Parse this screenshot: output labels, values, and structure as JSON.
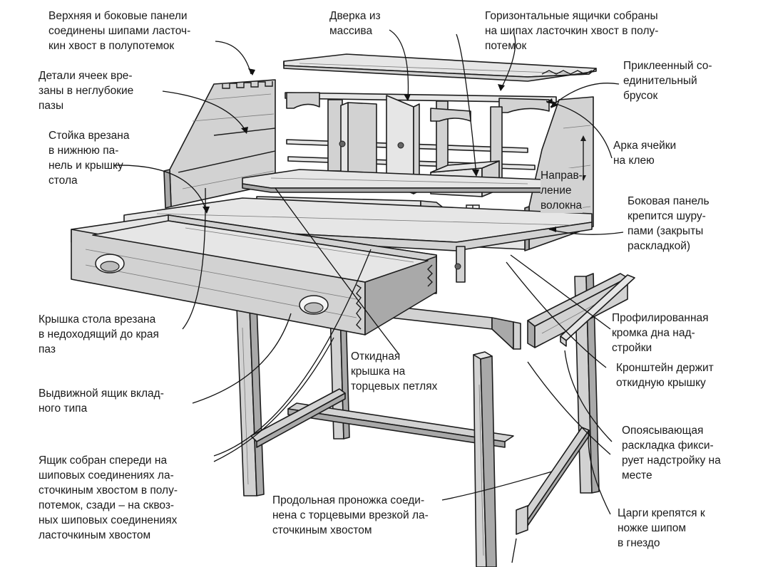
{
  "labels": {
    "top_side_panels": "Верхняя и боковые панели\nсоединены шипами ласточ-\nкин хвост в полупотемок",
    "cell_parts": "Детали ячеек вре-\nзаны в неглубокие\nпазы",
    "post": "Стойка врезана\nв нижнюю па-\nнель и крышку\nстола",
    "door": "Дверка из\nмассива",
    "drawers": "Горизонтальные ящички собраны\nна шипах ласточкин хвост в полу-\nпотемок",
    "glued_bar": "Приклеенный со-\nединительный\nбрусок",
    "arch": "Арка ячейки\nна клею",
    "grain": "Направ-\nление\nволокна",
    "side_screws": "Боковая панель\nкрепится шуру-\nпами (закрыты\nраскладкой)",
    "desk_top": "Крышка стола врезана\nв недоходящий до края\nпаз",
    "fold_lid": "Откидная\nкрышка на\nторцевых петлях",
    "profiled_edge": "Профилированная\nкромка дна над-\nстройки",
    "bracket": "Кронштейн держит\nоткидную крышку",
    "drawer_type": "Выдвижной ящик вклад-\nного типа",
    "drawer_joints": "Ящик собран спереди на\nшиповых соединениях ла-\nсточкиным хвостом в полу-\nпотемок, сзади – на сквоз-\nных шиповых соединениях\nласточкиным хвостом",
    "molding": "Опоясывающая\nраскладка фикси-\nрует надстройку на\nместе",
    "stretcher": "Продольная проножка соеди-\nнена с торцевыми врезкой ла-\nсточкиным хвостом",
    "aprons": "Царги крепятся к\nножке шипом\nв гнездо"
  },
  "colors": {
    "ink": "#1a1a1a",
    "wood": "#d2d2d2",
    "wood_light": "#e6e6e6",
    "wood_dark": "#a9a9a9",
    "background": "#ffffff"
  }
}
